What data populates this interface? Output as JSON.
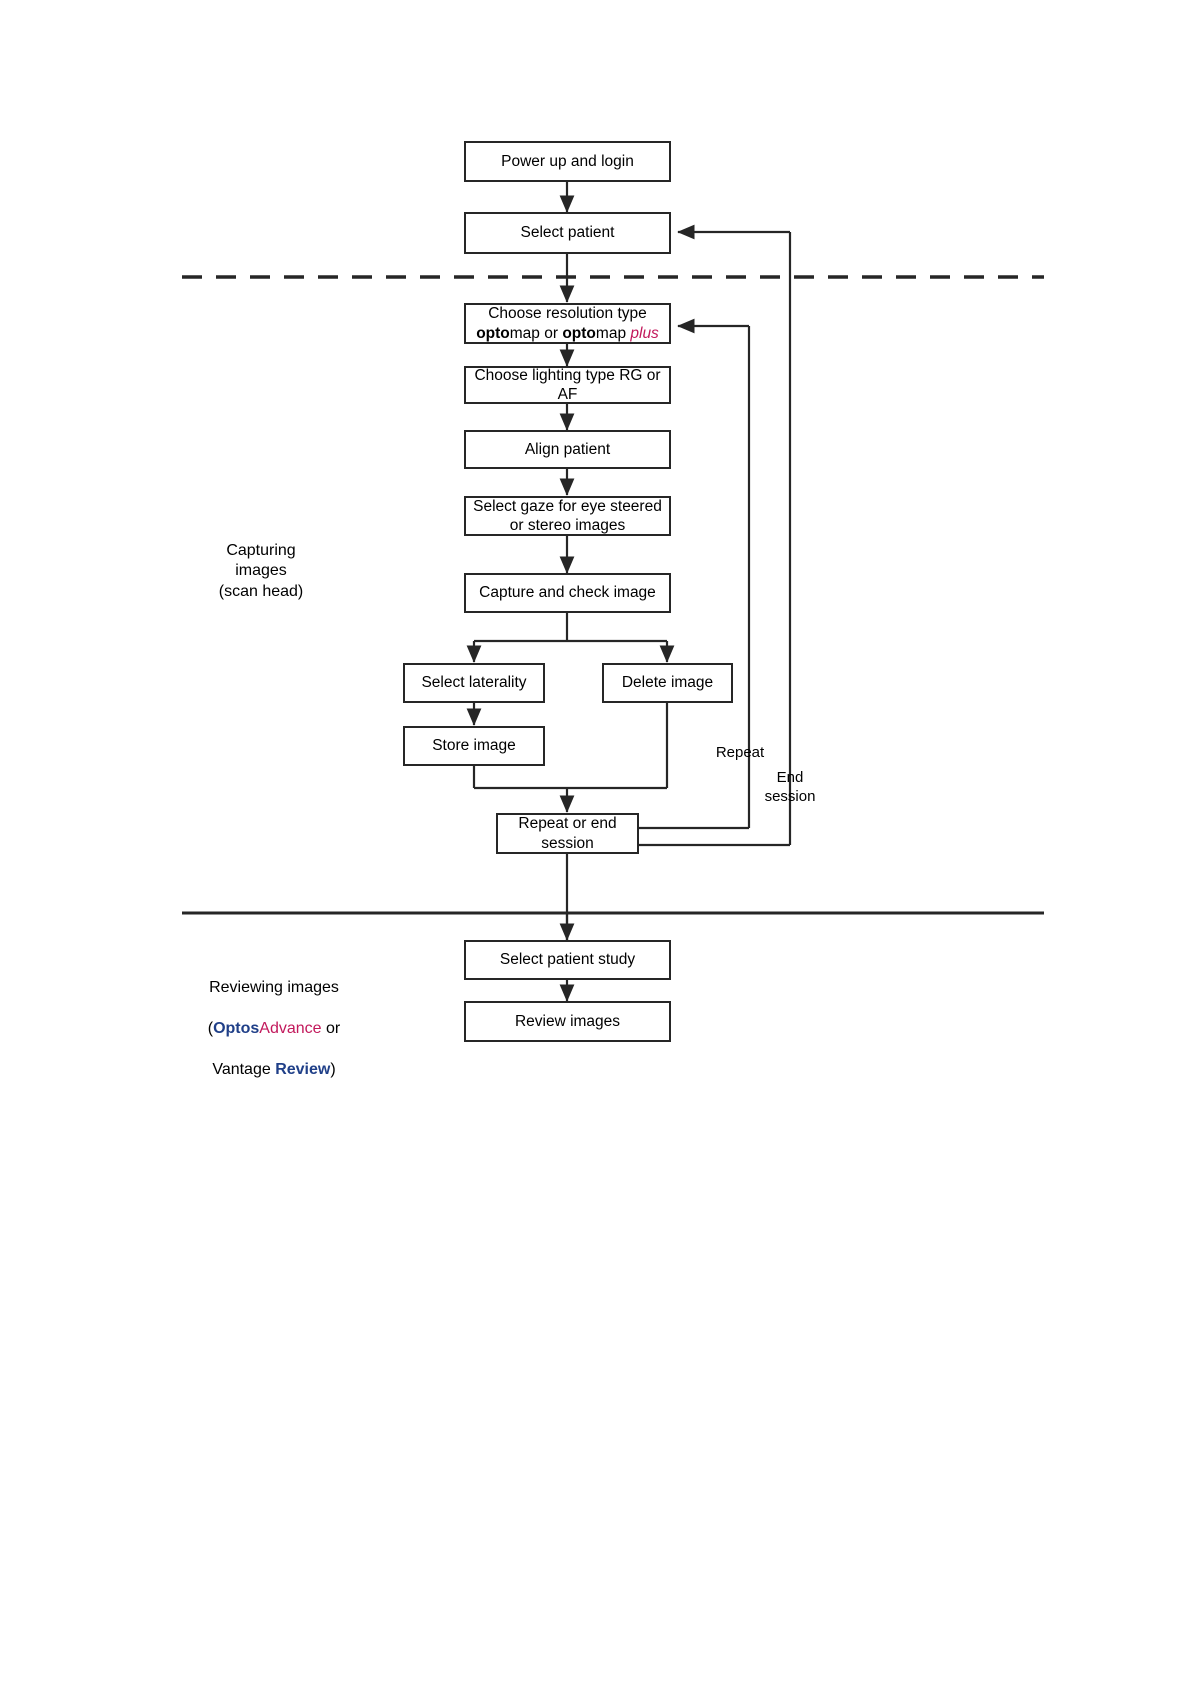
{
  "diagram": {
    "type": "flowchart",
    "title": "Optos imaging workflow",
    "background": "#ffffff",
    "line_color": "#262626",
    "colors": {
      "line": "#262626",
      "text": "#000000",
      "brand_magenta": "#c2185b",
      "brand_blue": "#1f3f88"
    },
    "nodes": [
      {
        "id": "power-up-and-login",
        "label": "Power up and login"
      },
      {
        "id": "select-patient",
        "label": "Select patient"
      },
      {
        "id": "choose-resolution-type",
        "label_line1": "Choose resolution type",
        "label_line2_plain1": "map or ",
        "label_line2_bold1": "opto",
        "label_line2_bold2": "opto",
        "label_line2_plain2": "map ",
        "label_line2_italic": "plus"
      },
      {
        "id": "choose-lighting-type",
        "label": "Choose lighting type RG or AF"
      },
      {
        "id": "align-patient",
        "label": "Align patient"
      },
      {
        "id": "select-gaze",
        "label": "Select gaze for eye steered or stereo images"
      },
      {
        "id": "capture-and-check-image",
        "label": "Capture and check image"
      },
      {
        "id": "select-laterality",
        "label": "Select laterality"
      },
      {
        "id": "delete-image",
        "label": "Delete image"
      },
      {
        "id": "store-image",
        "label": "Store image"
      },
      {
        "id": "repeat-or-end-session",
        "label": "Repeat or end session"
      },
      {
        "id": "select-patient-study",
        "label": "Select patient study"
      },
      {
        "id": "review-images",
        "label": "Review images"
      }
    ],
    "edge_labels": {
      "repeat": "Repeat",
      "end_session": "End\nsession"
    },
    "section_labels": {
      "capturing": "Capturing\nimages\n(scan head)",
      "reviewing_line1": "Reviewing images",
      "reviewing_open_paren": "(",
      "reviewing_optos": "Optos",
      "reviewing_advance": "Advance",
      "reviewing_or": " or",
      "reviewing_vantage": "Vantage ",
      "reviewing_review": "Review",
      "reviewing_close_paren": ")"
    }
  }
}
